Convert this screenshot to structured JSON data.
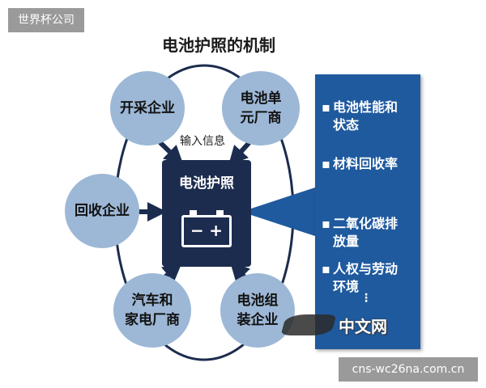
{
  "watermark_top": "世界杯公司",
  "title": "电池护照的机制",
  "nodes": {
    "mining": [
      "开采企业"
    ],
    "cell_maker": [
      "电池单",
      "元厂商"
    ],
    "recycling": [
      "回收企业"
    ],
    "car_maker": [
      "汽车和",
      "家电厂商"
    ],
    "pack_maker": [
      "电池组",
      "装企业"
    ]
  },
  "input_label": "输入信息",
  "center": {
    "title": "电池护照",
    "minus": "−",
    "plus": "+"
  },
  "panel": {
    "bullet": "▪",
    "items": [
      [
        "电池性能和",
        "状态"
      ],
      [
        "材料回收率"
      ],
      [
        "二氧化碳排",
        "放量"
      ],
      [
        "人权与劳动",
        "环境"
      ]
    ],
    "more": "⋮"
  },
  "watermark_mid": "中文网",
  "watermark_bottom": "cns-wc26na.com.cn",
  "colors": {
    "node": "#9db8d6",
    "center": "#1c2c4e",
    "panel": "#1f5a9e",
    "arrow": "#1c2c4e",
    "ellipse": "#1c2c4e"
  }
}
